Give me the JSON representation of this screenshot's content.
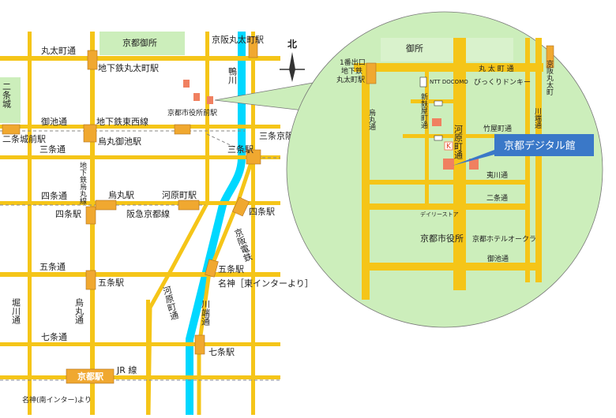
{
  "colors": {
    "road": "#F5C518",
    "river": "#00D8FF",
    "station": "#F0A830",
    "circle": "#CCEEBB",
    "park": "#CCEEBB",
    "callout": "#3A78C8",
    "building": "#F08060"
  },
  "main": {
    "imperial_palace": "京都御所",
    "marutamachi_dori": "丸太町通",
    "oike_dori": "御池通",
    "sanjo_dori": "三条通",
    "shijo_dori": "四条通",
    "gojo_dori": "五条通",
    "shichijo_dori": "七条通",
    "nijo_castle": "二条城",
    "nijo_castle_mae": "二条城前駅",
    "subway_marutamachi": "地下鉄丸太町駅",
    "subway_tozai": "地下鉄東西線",
    "karasuma_oike": "烏丸御池駅",
    "shiyakusho_mae": "京都市役所前駅",
    "keihan_marutamachi": "京阪丸太町駅",
    "sanjo_eki": "三条駅",
    "sanjo_keihan": "三条京阪駅",
    "karasuma_line": "地下鉄烏丸線",
    "karasuma_eki": "烏丸駅",
    "kawaramachi_eki": "河原町駅",
    "shijo_eki_west": "四条駅",
    "hankyu_line": "阪急京都線",
    "shijo_eki_east": "四条駅",
    "keihan_line": "京阪電鉄",
    "kawaramachi_dori": "河原町通",
    "kamo_river": "鴨川",
    "gojo_eki_west": "五条駅",
    "gojo_eki_east": "五条駅",
    "meishin_higashi": "名神［東インターより］",
    "horikawa_dori": "堀川通",
    "karasuma_dori": "烏丸通",
    "kawabata_dori": "川端通",
    "shichijo_eki": "七条駅",
    "jr_line": "JR 線",
    "kyoto_eki": "京都駅",
    "meishin_minami": "名神(南インター)より",
    "north": "北"
  },
  "inset": {
    "gosho": "御所",
    "exit1": "1番出口",
    "subway_station": "地下鉄",
    "marutamachi_eki": "丸太町駅",
    "marutamachi_dori": "丸 太 町 通",
    "ntt_docomo": "NTT DOCOMO",
    "shinfuyacho_dori": "新麩屋町通",
    "donki": "びっくりドンキー",
    "karasuma_dori": "烏丸通",
    "kawaramachi_dori": "河原町通",
    "takeyamachi_dori": "竹屋町通",
    "kyoto_digital_kan": "京都デジタル館",
    "ebisugawa_dori": "夷川通",
    "nijo_dori": "二条通",
    "daily_store": "デイリーストア",
    "city_hall": "京都市役所",
    "hotel_okura": "京都ホテルオークラ",
    "oike_dori": "御池通",
    "keihan_marutamachi": "京阪丸太町",
    "kawabata_dori": "川端通",
    "k_mark": "K"
  }
}
